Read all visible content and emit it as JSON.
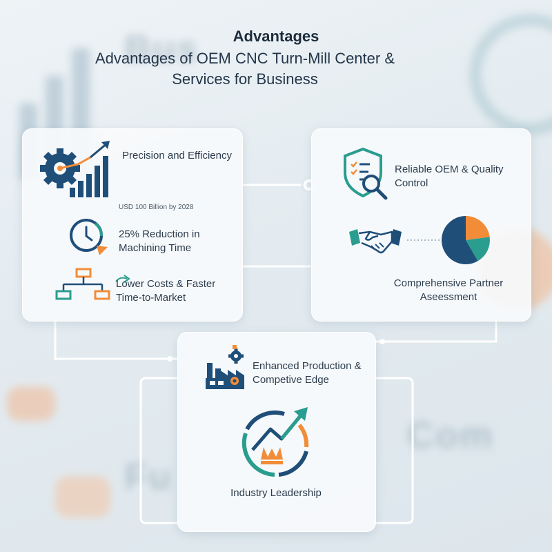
{
  "header": {
    "title": "Advantages",
    "subtitle": "Advantages of OEM CNC Turn-Mill Center & Services for Business"
  },
  "cards": {
    "left": {
      "precision": "Precision and Efficiency",
      "market_note": "USD 100 Billion by 2028",
      "reduction": "25% Reduction in Machining Time",
      "costs": "Lower Costs & Faster Time-to-Market"
    },
    "right": {
      "quality": "Reliable OEM & Quality Control",
      "assessment": "Comprehensive Partner Aseessment"
    },
    "bottom": {
      "production": "Enhanced Production & Competive Edge",
      "leadership": "Industry Leadership"
    }
  },
  "colors": {
    "navy": "#1f4e79",
    "teal": "#2a9d8f",
    "orange": "#f28c38",
    "line": "#ffffff"
  },
  "icons": [
    "gear-growth-chart-icon",
    "clock-icon",
    "arrow-icon",
    "org-chart-icon",
    "shield-checklist-icon",
    "magnifier-icon",
    "handshake-icon",
    "pie-chart-icon",
    "factory-icon",
    "crown-growth-icon"
  ]
}
